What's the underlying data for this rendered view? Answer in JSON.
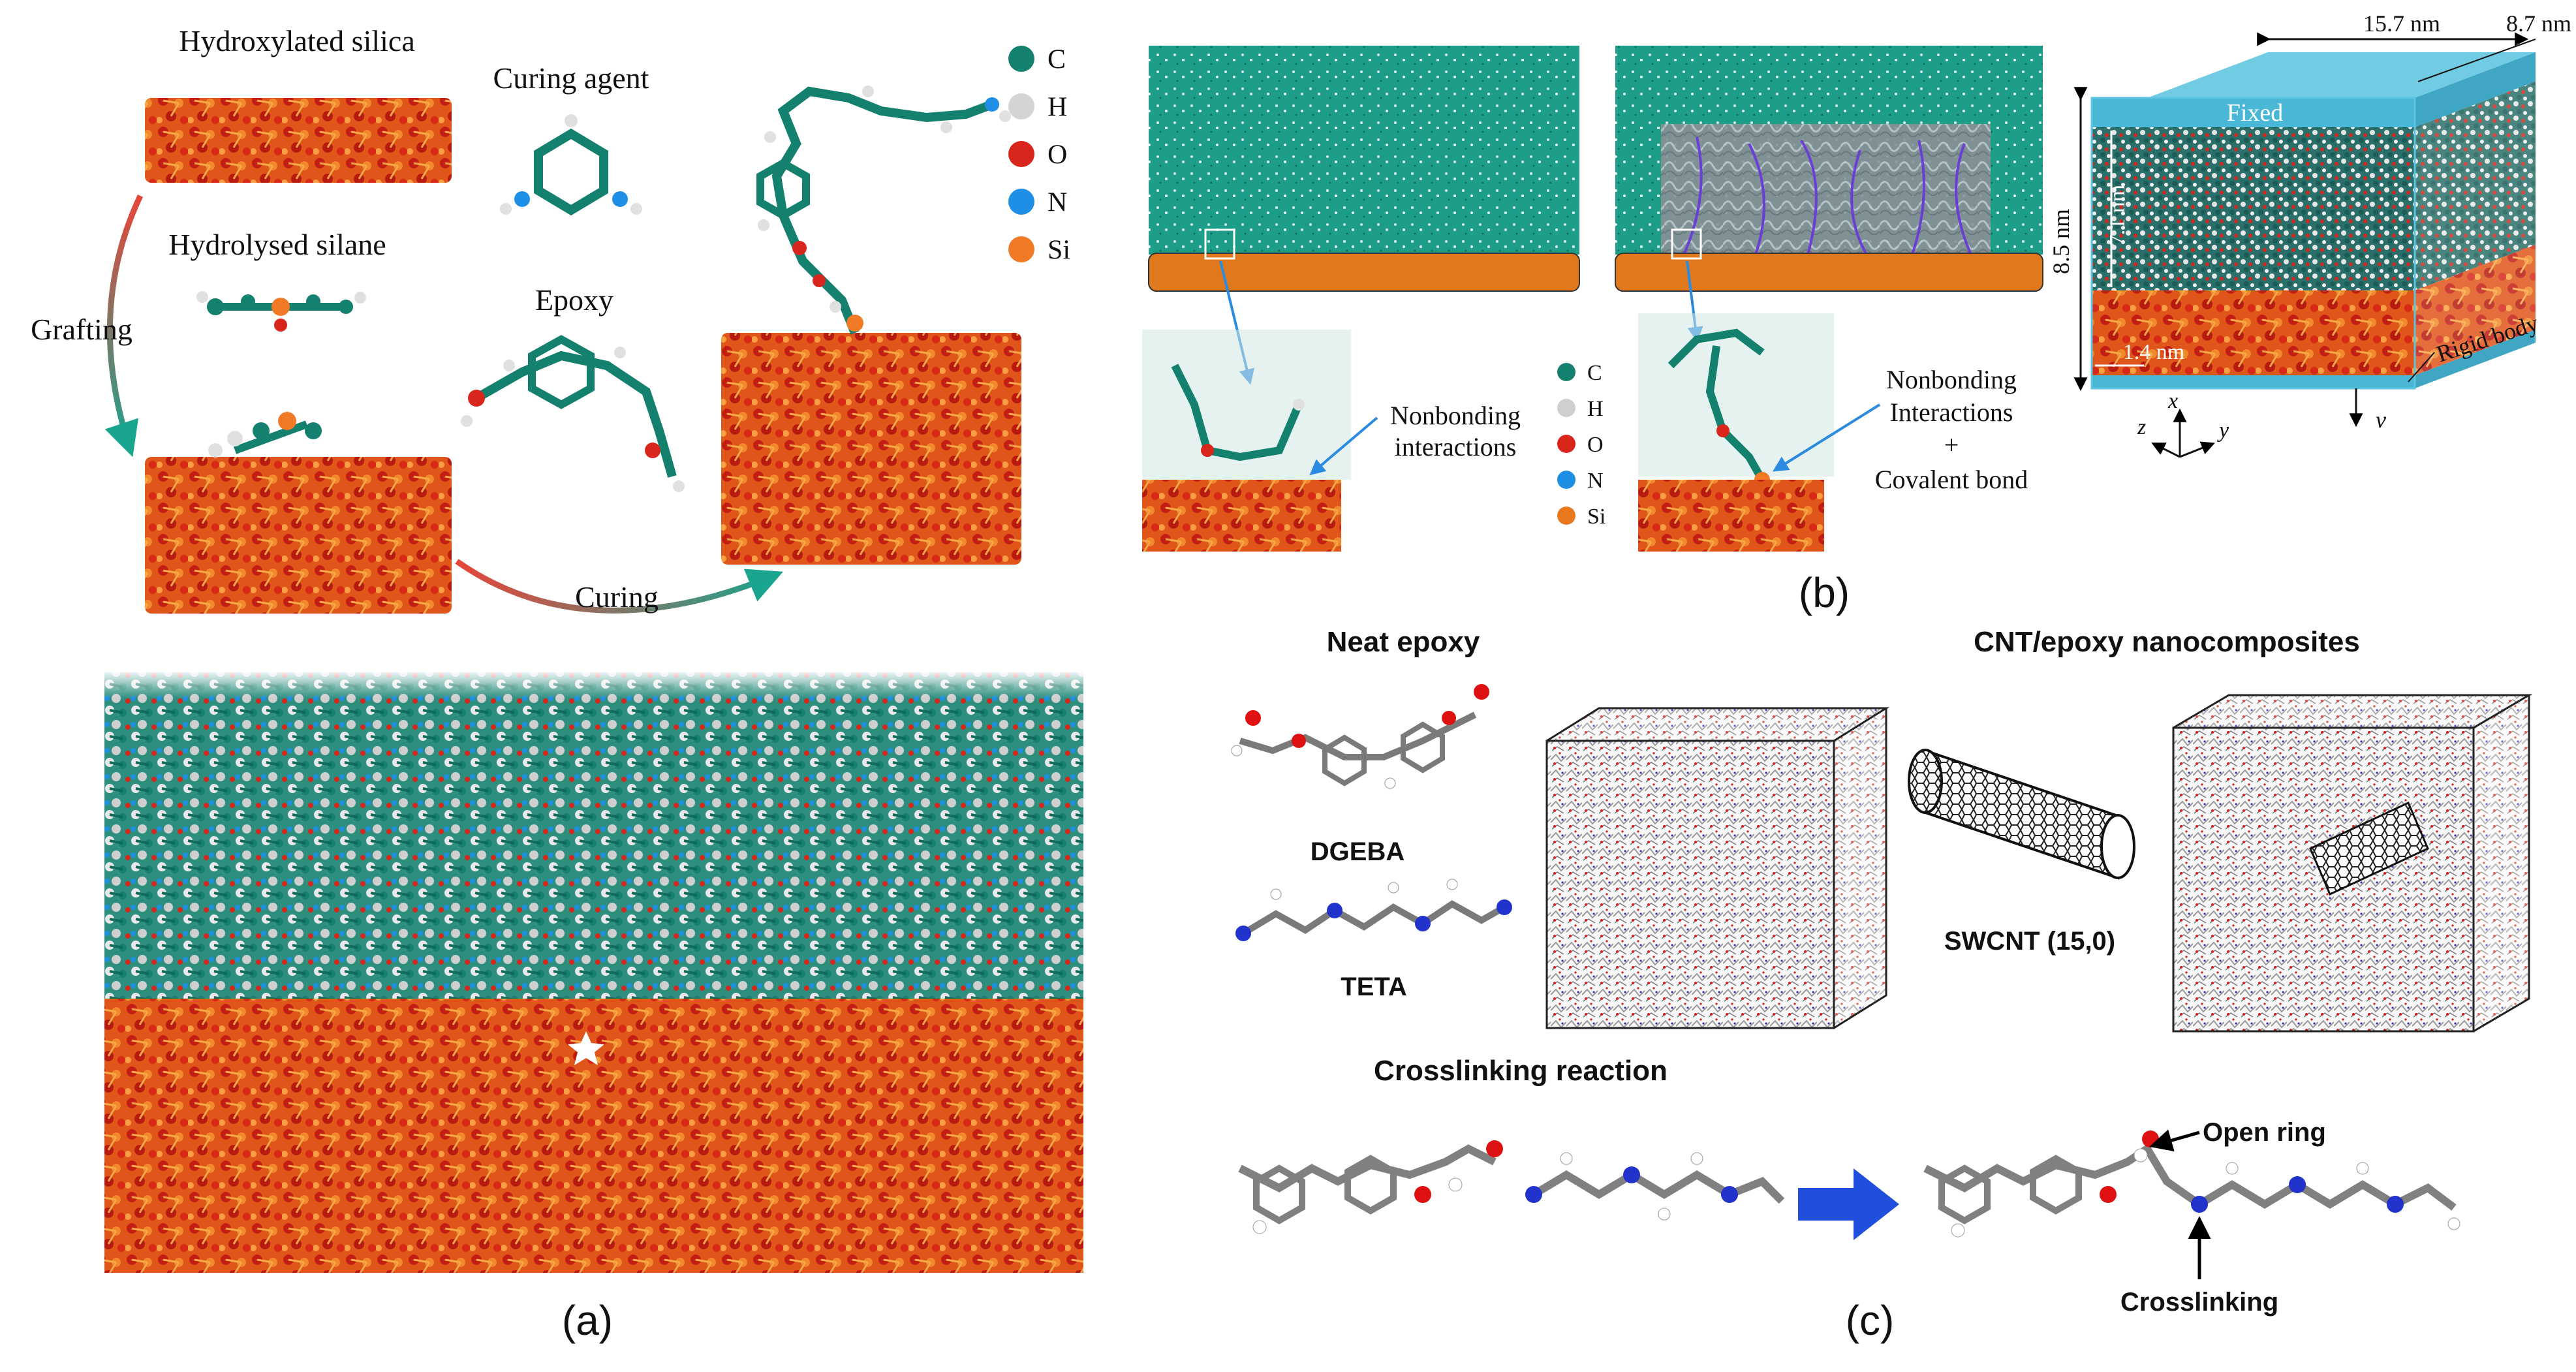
{
  "panel_a": {
    "hydroxylated_silica": "Hydroxylated silica",
    "hydrolysed_silane": "Hydrolysed silane",
    "curing_agent": "Curing agent",
    "epoxy": "Epoxy",
    "grafting": "Grafting",
    "curing": "Curing",
    "legend": [
      {
        "label": "C",
        "color": "#14816f"
      },
      {
        "label": "H",
        "color": "#d4d4d4"
      },
      {
        "label": "O",
        "color": "#d9261c"
      },
      {
        "label": "N",
        "color": "#1f8fe6"
      },
      {
        "label": "Si",
        "color": "#f07a26"
      }
    ],
    "caption": "(a)"
  },
  "panel_b": {
    "nonbonding_left": [
      "Nonbonding",
      "interactions"
    ],
    "nonbonding_right": [
      "Nonbonding",
      "Interactions",
      "+",
      "Covalent bond"
    ],
    "legend": [
      {
        "label": "C",
        "color": "#14816f"
      },
      {
        "label": "H",
        "color": "#cfcfcf"
      },
      {
        "label": "O",
        "color": "#d9261c"
      },
      {
        "label": "N",
        "color": "#1f8fe6"
      },
      {
        "label": "Si",
        "color": "#e8781e"
      }
    ],
    "dim_width": "15.7 nm",
    "dim_depth": "8.7 nm",
    "dim_height": "8.5 nm",
    "dim_inner": "7.1 nm",
    "dim_substrate": "1.4 nm",
    "fixed": "Fixed",
    "rigid_body": "Rigid body",
    "axis_x": "x",
    "axis_y": "y",
    "axis_z": "z",
    "velocity": "v",
    "caption": "(b)"
  },
  "panel_c": {
    "neat_epoxy": "Neat epoxy",
    "cnt_epoxy": "CNT/epoxy nanocomposites",
    "dgeba": "DGEBA",
    "teta": "TETA",
    "swcnt": "SWCNT (15,0)",
    "crosslinking_reaction": "Crosslinking reaction",
    "open_ring": "Open ring",
    "crosslinking": "Crosslinking",
    "caption": "(c)"
  }
}
